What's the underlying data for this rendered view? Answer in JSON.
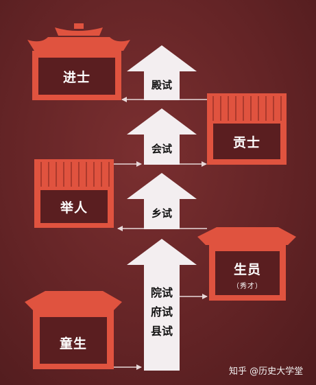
{
  "colors": {
    "background": "#642426",
    "building": "#e0533f",
    "panel": "#5a1e20",
    "arrow": "#f3eef0",
    "line": "#e8d9da"
  },
  "ranks": {
    "jinshi": "进士",
    "gongshi": "贡士",
    "juren": "举人",
    "shengyuan": "生员",
    "shengyuan_note": "（秀才）",
    "tongsheng": "童生"
  },
  "exams": {
    "dianshi": "殿试",
    "huishi": "会试",
    "xiangshi": "乡试",
    "yuanshi": "院试",
    "fushi": "府试",
    "xianshi": "县试"
  },
  "watermark": "知乎 @历史大学堂"
}
